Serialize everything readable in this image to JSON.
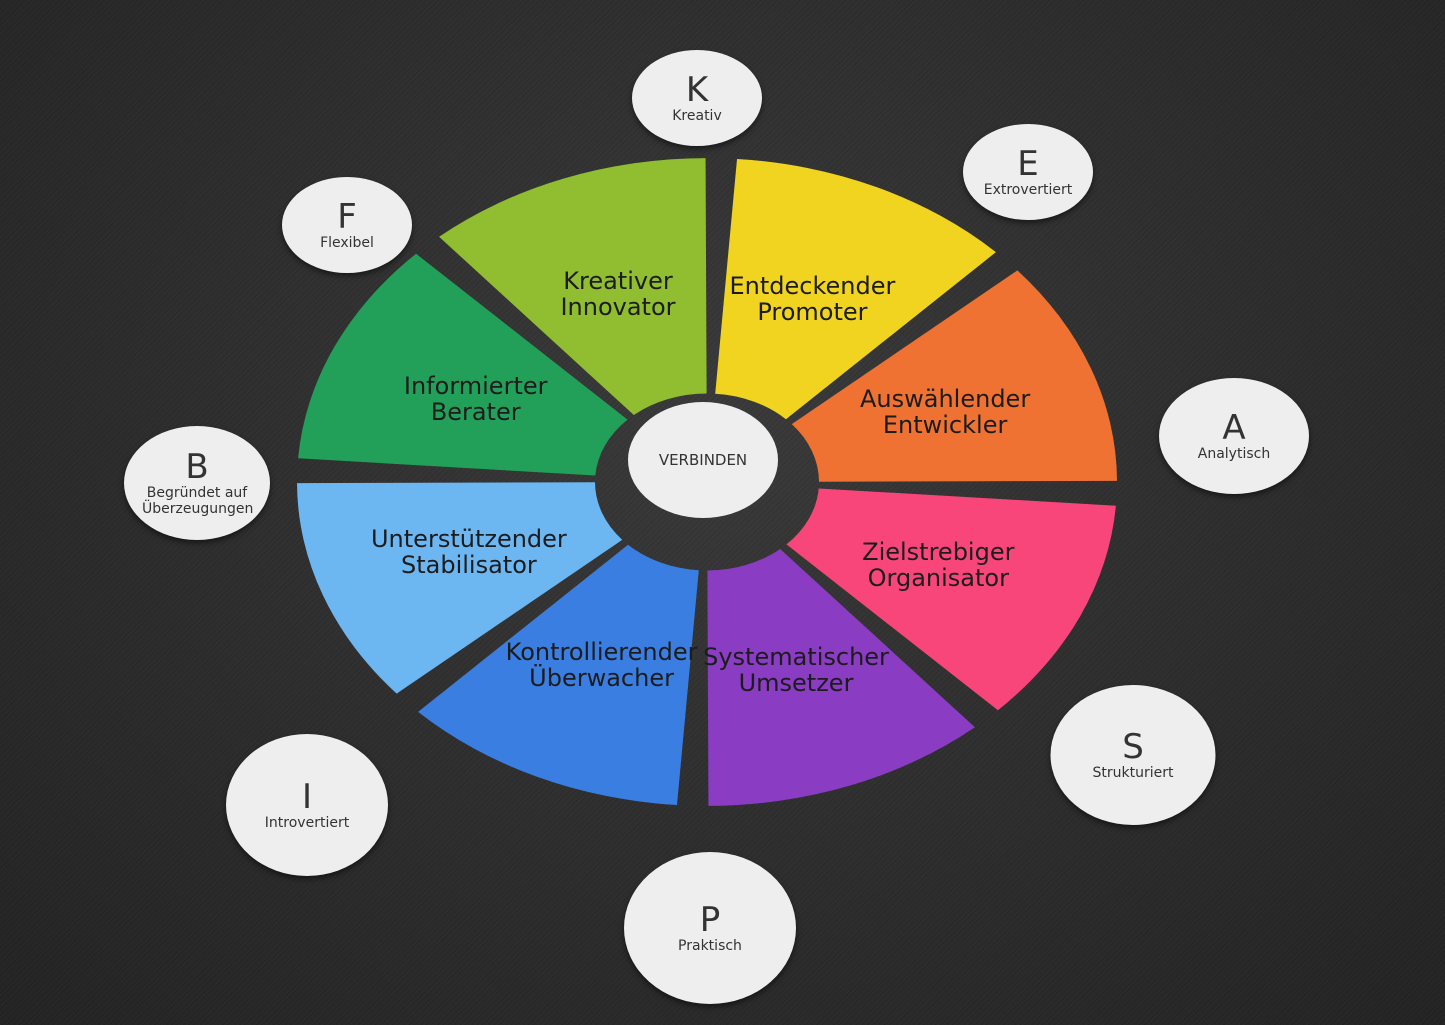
{
  "hub": {
    "label": "VERBINDEN"
  },
  "segments": [
    {
      "line1": "Entdeckender",
      "line2": "Promoter",
      "color": "#f0d420"
    },
    {
      "line1": "Auswählender",
      "line2": "Entwickler",
      "color": "#f07232"
    },
    {
      "line1": "Zielstrebiger",
      "line2": "Organisator",
      "color": "#f8467a"
    },
    {
      "line1": "Systematischer",
      "line2": "Umsetzer",
      "color": "#8a3cc2"
    },
    {
      "line1": "Kontrollierender",
      "line2": "Überwacher",
      "color": "#3a7ee2"
    },
    {
      "line1": "Unterstützender",
      "line2": "Stabilisator",
      "color": "#6cb6f2"
    },
    {
      "line1": "Informierter",
      "line2": "Berater",
      "color": "#22a05a"
    },
    {
      "line1": "Kreativer",
      "line2": "Innovator",
      "color": "#90be30"
    }
  ],
  "tokens": [
    {
      "letter": "K",
      "word": "Kreativ"
    },
    {
      "letter": "E",
      "word": "Extrovertiert"
    },
    {
      "letter": "A",
      "word": "Analytisch"
    },
    {
      "letter": "S",
      "word": "Strukturiert"
    },
    {
      "letter": "P",
      "word": "Praktisch"
    },
    {
      "letter": "I",
      "word": "Introvertiert"
    },
    {
      "letter": "B",
      "word": "Begründet auf Überzeugungen"
    },
    {
      "letter": "F",
      "word": "Flexibel"
    }
  ]
}
